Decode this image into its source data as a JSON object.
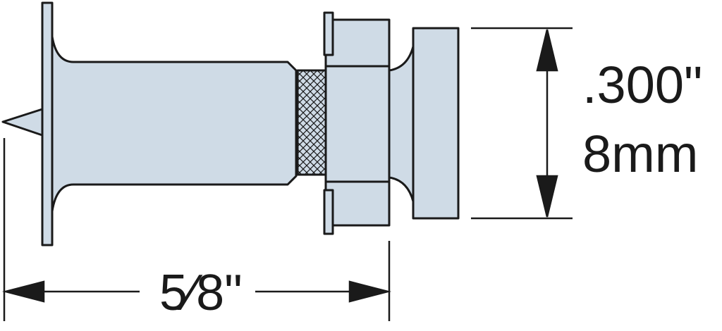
{
  "diagram": {
    "part": "fastener-pin",
    "colors": {
      "fill": "#cfdbe6",
      "stroke": "#1a1a1a",
      "background": "#ffffff"
    },
    "dimensions": {
      "height_inch": ".300\"",
      "height_mm": "8mm",
      "length_inch": "5⁄8\""
    }
  }
}
